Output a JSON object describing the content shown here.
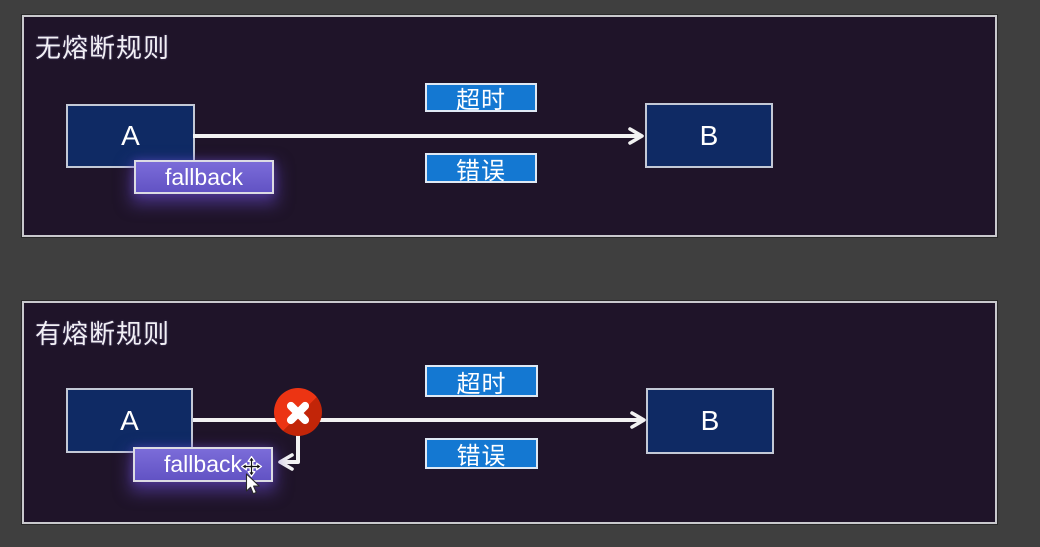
{
  "colors": {
    "page_bg": "#3f3f3f",
    "panel_bg": "#1f1429",
    "panel_border": "#c9c9cd",
    "node_fill": "#0f2a64",
    "node_border": "#c3c9d6",
    "edge_label_fill": "#1478d2",
    "fallback_fill": "#6e5fce",
    "breaker_red": "#e63012",
    "arrow_color": "#f2f2f2",
    "text_color": "#ffffff"
  },
  "panels": [
    {
      "title": "无熔断规则",
      "node_a": "A",
      "node_b": "B",
      "fallback": "fallback",
      "timeout_label": "超时",
      "error_label": "错误"
    },
    {
      "title": "有熔断规则",
      "node_a": "A",
      "node_b": "B",
      "fallback": "fallback",
      "timeout_label": "超时",
      "error_label": "错误",
      "breaker_icon": "x-circle-icon"
    }
  ],
  "cursor": {
    "move_icon": "move-cursor-icon",
    "pointer_icon": "pointer-cursor-icon"
  }
}
